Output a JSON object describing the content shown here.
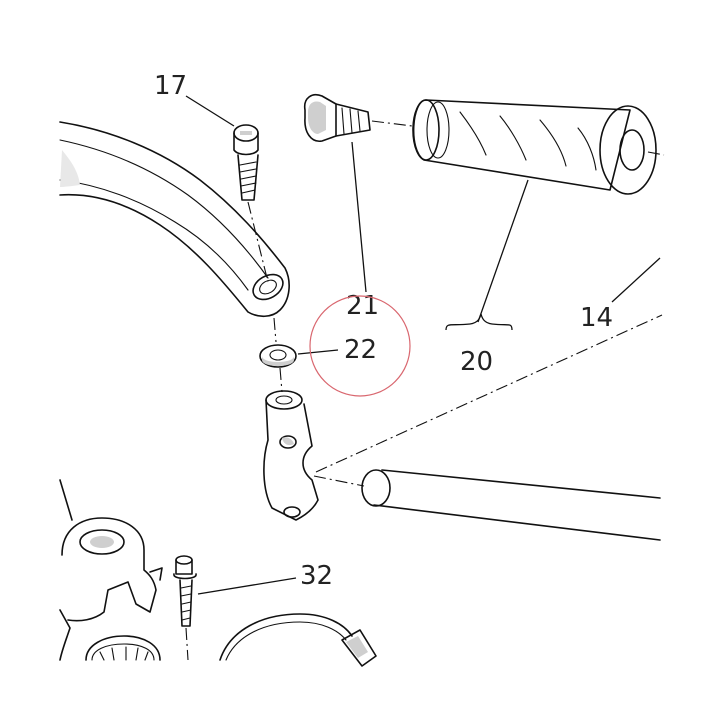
{
  "callouts": {
    "c17": "17",
    "c21": "21",
    "c22": "22",
    "c20": "20",
    "c14": "14",
    "c32": "32"
  },
  "highlight_color": "#d9676f",
  "ink_color": "#111111"
}
